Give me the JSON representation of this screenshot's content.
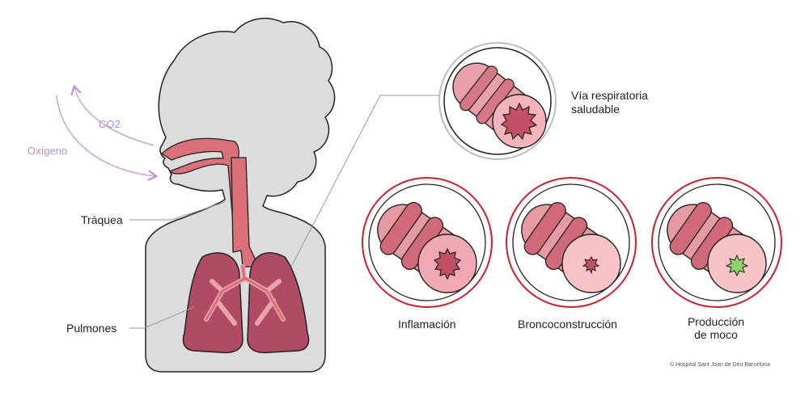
{
  "labels": {
    "co2": "CO2",
    "oxygen": "Oxígeno",
    "trachea": "Tráquea",
    "lungs": "Pulmones",
    "healthy_line1": "Vía respiratoria",
    "healthy_line2": "saludable",
    "inflammation": "Inflamación",
    "bronchoconstriction": "Broncoconstrucción",
    "mucus_line1": "Producción",
    "mucus_line2": "de moco"
  },
  "copyright": "© Hospital Sant Joan de Déu Barcelona",
  "colors": {
    "silhouette": "#dcdcdc",
    "airway": "#d9707a",
    "lung": "#b04b66",
    "breath_arrow": "#c9a3d9",
    "circle_red": "#c8202f",
    "circle_grey": "#bdbdbd",
    "mucus": "#8ed36b"
  },
  "icons": [
    "human-silhouette-icon",
    "lungs-icon",
    "airway-tube-icon",
    "breath-arrow-icon"
  ]
}
